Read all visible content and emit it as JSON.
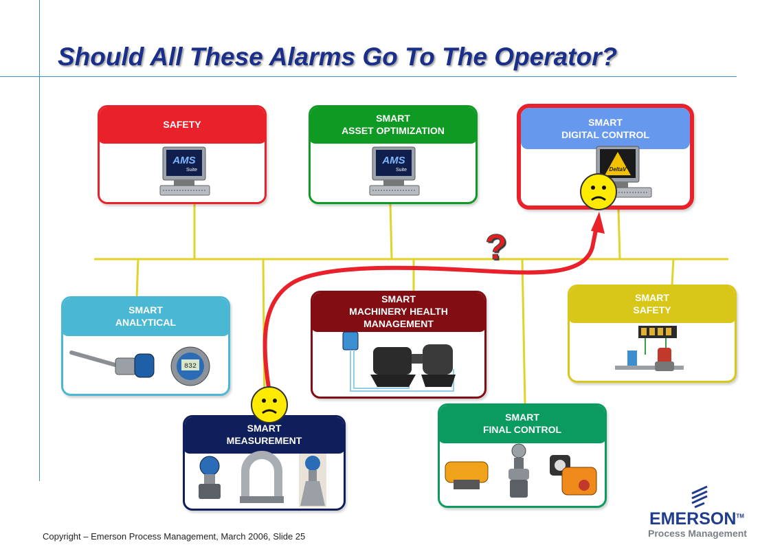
{
  "slide": {
    "title": "Should All These Alarms Go To The Operator?",
    "footer": "Copyright – Emerson Process Management, March 2006, Slide 25",
    "question": "?"
  },
  "logo": {
    "name": "EMERSON",
    "trademark": "TM",
    "tagline": "Process Management"
  },
  "monitor": {
    "ams_line1": "AMS",
    "ams_line2": "Suite",
    "deltav": "DeltaV"
  },
  "analyzer_display": "832",
  "boxes": {
    "safety": {
      "lines": [
        "SAFETY"
      ],
      "color": "#e8212a"
    },
    "asset": {
      "lines": [
        "SMART",
        "ASSET OPTIMIZATION"
      ],
      "color": "#0f9a23"
    },
    "digital": {
      "lines": [
        "SMART",
        "DIGITAL CONTROL"
      ],
      "color": "#6699ee",
      "border": "#e8212a"
    },
    "analytical": {
      "lines": [
        "SMART",
        "ANALYTICAL"
      ],
      "color": "#4ab8d3"
    },
    "machinery": {
      "lines": [
        "SMART",
        "MACHINERY HEALTH",
        "MANAGEMENT"
      ],
      "color": "#820e14"
    },
    "smart_safety": {
      "lines": [
        "SMART",
        "SAFETY"
      ],
      "color": "#d8c718"
    },
    "measurement": {
      "lines": [
        "SMART",
        "MEASUREMENT"
      ],
      "color": "#0f1f5c"
    },
    "final": {
      "lines": [
        "SMART",
        "FINAL CONTROL"
      ],
      "color": "#0b9a60"
    }
  },
  "colors": {
    "bus": "#e3d227",
    "alarm_path": "#e8212a",
    "title": "#1a2f8a",
    "face": "#ffea00"
  }
}
